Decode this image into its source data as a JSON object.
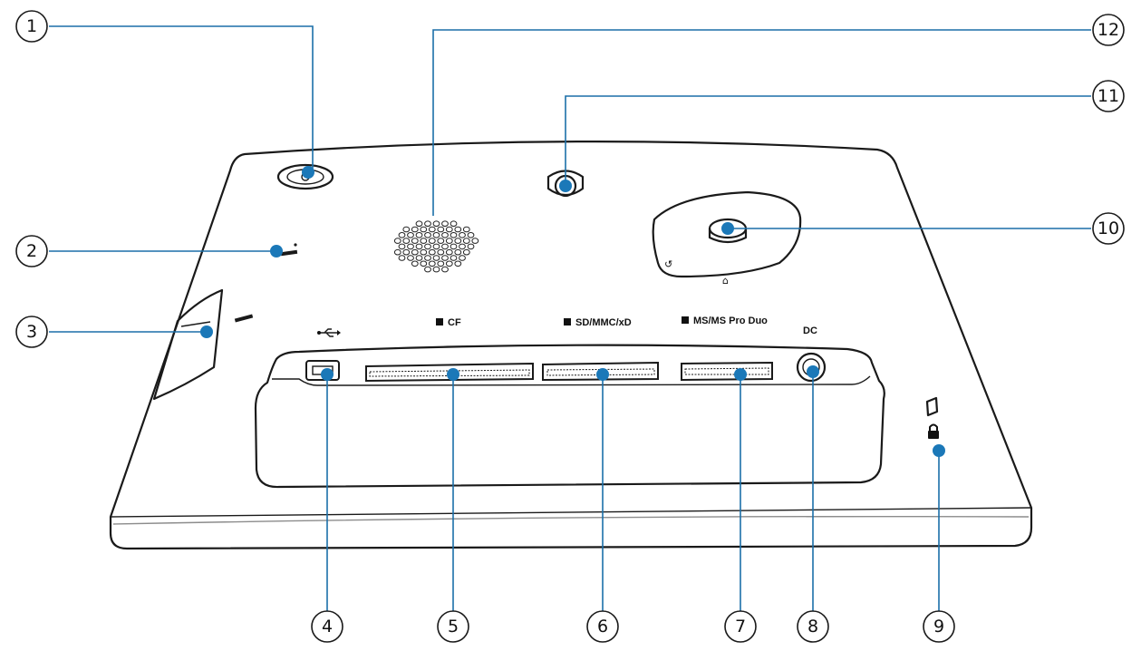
{
  "port_labels": {
    "cf": "CF",
    "sd": "SD/MMC/xD",
    "ms": "MS/MS Pro Duo",
    "dc": "DC"
  },
  "callouts": {
    "c1": "1",
    "c2": "2",
    "c3": "3",
    "c4": "4",
    "c5": "5",
    "c6": "6",
    "c7": "7",
    "c8": "8",
    "c9": "9",
    "c10": "10",
    "c11": "11",
    "c12": "12"
  },
  "icons": {
    "usb": "usb-icon",
    "card": "memory-card-icon",
    "power": "power-icon",
    "lock": "lock-icon",
    "rotate": "rotate-icon"
  },
  "colors": {
    "leader": "#1b6fa8",
    "dot": "#1b78b8",
    "outline": "#1a1a1a"
  }
}
